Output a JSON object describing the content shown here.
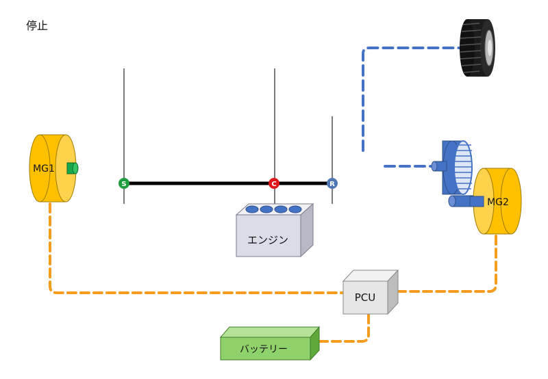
{
  "state_label": "停止",
  "components": {
    "mg1": "MG1",
    "mg2": "MG2",
    "engine": "エンジン",
    "pcu": "PCU",
    "battery": "バッテリー"
  },
  "planetary": {
    "sun": "S",
    "carrier": "C",
    "ring": "R"
  },
  "colors": {
    "motor": "#FFC000",
    "electric_line": "#F39C1E",
    "mechanical_line": "#4472C4",
    "sun_node": "#1E9E3E",
    "carrier_node": "#E0161B",
    "ring_node": "#4E79B5",
    "battery": "#8FD16A",
    "pcu": "#E6E6E6",
    "engine_block": "#DCDCE6"
  }
}
